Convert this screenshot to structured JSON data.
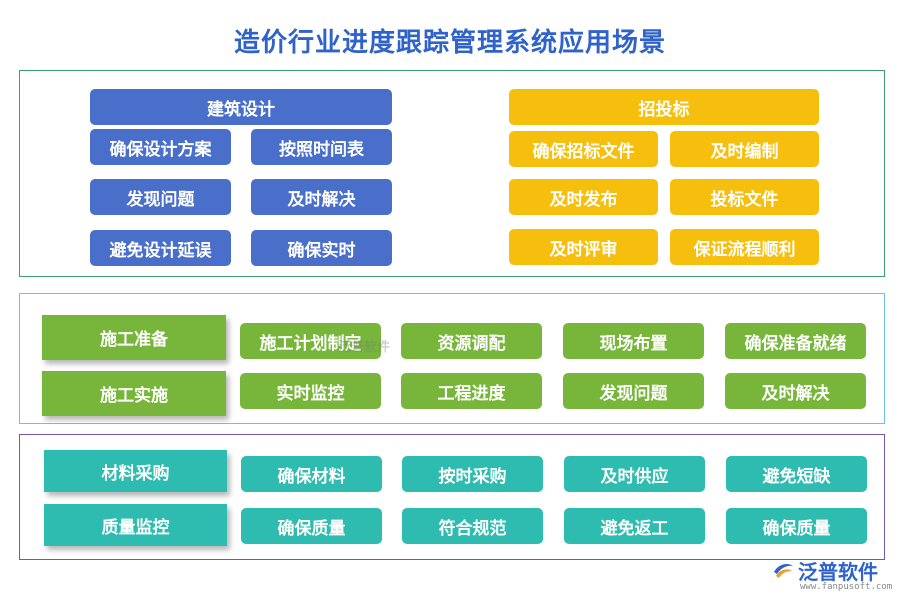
{
  "title": "造价行业进度跟踪管理系统应用场景",
  "design": {
    "header": "建筑设计",
    "items": [
      "确保设计方案",
      "按照时间表",
      "发现问题",
      "及时解决",
      "避免设计延误",
      "确保实时"
    ]
  },
  "bidding": {
    "header": "招投标",
    "items": [
      "确保招标文件",
      "及时编制",
      "及时发布",
      "投标文件",
      "及时评审",
      "保证流程顺利"
    ]
  },
  "construction": {
    "rows": [
      {
        "label": "施工准备",
        "items": [
          "施工计划制定",
          "资源调配",
          "现场布置",
          "确保准备就绪"
        ]
      },
      {
        "label": "施工实施",
        "items": [
          "实时监控",
          "工程进度",
          "发现问题",
          "及时解决"
        ]
      }
    ]
  },
  "materials": {
    "rows": [
      {
        "label": "材料采购",
        "items": [
          "确保材料",
          "按时采购",
          "及时供应",
          "避免短缺"
        ]
      },
      {
        "label": "质量监控",
        "items": [
          "确保质量",
          "符合规范",
          "避免返工",
          "确保质量"
        ]
      }
    ]
  },
  "watermark": "泛普软件",
  "logo": {
    "name": "泛普软件",
    "url": "www.fanpusoft.com"
  },
  "colors": {
    "title": "#2f63c9",
    "design": "#4a6fcb",
    "bidding": "#f7bf0d",
    "construction": "#77b63a",
    "materials": "#2ebcb0",
    "panel1_border": "#3aa06a",
    "panel2_border": "#6cc4e4",
    "panel3_border": "#7a55b0"
  }
}
